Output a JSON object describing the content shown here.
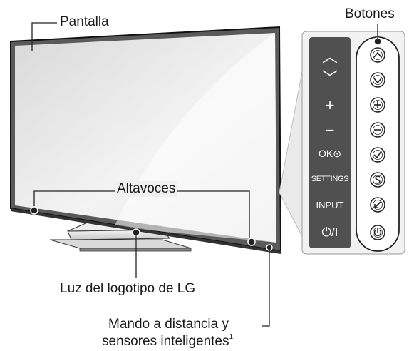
{
  "labels": {
    "pantalla": "Pantalla",
    "botones": "Botones",
    "altavoces": "Altavoces",
    "luz_logo": "Luz del logotipo de LG",
    "mando_line1": "Mando a distancia y",
    "mando_line2": "sensores inteligentes",
    "mando_superscript": "1"
  },
  "button_panel": {
    "labels": [
      "︿",
      "﹀",
      "+",
      "−",
      "OK",
      "SETTINGS",
      "INPUT",
      "⏻/I"
    ],
    "ok_symbol": "⊙"
  },
  "icons": [
    "up-button-icon",
    "down-button-icon",
    "plus-button-icon",
    "minus-button-icon",
    "ok-button-icon",
    "settings-button-icon",
    "input-button-icon",
    "power-button-icon"
  ],
  "colors": {
    "panel_dark": "#505050",
    "panel_light": "#f2f2f2",
    "line": "#222222"
  }
}
